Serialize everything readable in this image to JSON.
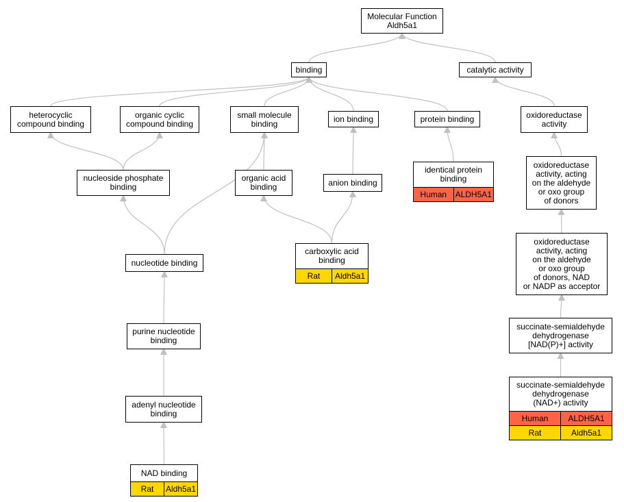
{
  "diagram": {
    "type": "gene-ontology-graph",
    "colors": {
      "human": "#ff6347",
      "rat": "#ffd700",
      "edge": "#c0c0c0",
      "border": "#000000"
    },
    "nodes": [
      {
        "id": "mf",
        "label": "Molecular Function\nAldh5a1"
      },
      {
        "id": "binding",
        "label": "binding"
      },
      {
        "id": "catalytic",
        "label": "catalytic activity"
      },
      {
        "id": "heterocyclic",
        "label": "heterocyclic\ncompound binding"
      },
      {
        "id": "organic_cyclic",
        "label": "organic cyclic\ncompound binding"
      },
      {
        "id": "small_molecule",
        "label": "small molecule\nbinding"
      },
      {
        "id": "ion_binding",
        "label": "ion binding"
      },
      {
        "id": "protein_binding",
        "label": "protein binding"
      },
      {
        "id": "oxidoreductase",
        "label": "oxidoreductase\nactivity"
      },
      {
        "id": "nucleoside_phosphate",
        "label": "nucleoside phosphate\nbinding"
      },
      {
        "id": "organic_acid",
        "label": "organic acid\nbinding"
      },
      {
        "id": "anion_binding",
        "label": "anion binding"
      },
      {
        "id": "identical_protein",
        "label": "identical protein\nbinding",
        "annotations": [
          {
            "species": "Human",
            "gene": "ALDH5A1"
          }
        ]
      },
      {
        "id": "ox_aldehyde",
        "label": "oxidoreductase\nactivity, acting\non the aldehyde\nor oxo group\nof donors"
      },
      {
        "id": "nucleotide_binding",
        "label": "nucleotide binding"
      },
      {
        "id": "carboxylic_acid",
        "label": "carboxylic acid\nbinding",
        "annotations": [
          {
            "species": "Rat",
            "gene": "Aldh5a1"
          }
        ]
      },
      {
        "id": "ox_nad",
        "label": "oxidoreductase\nactivity, acting\non the aldehyde\nor oxo group\nof donors, NAD\nor NADP as acceptor"
      },
      {
        "id": "purine_nucleotide",
        "label": "purine nucleotide\nbinding"
      },
      {
        "id": "ssadh_nadp",
        "label": "succinate-semialdehyde\ndehydrogenase\n[NAD(P)+] activity"
      },
      {
        "id": "adenyl_nucleotide",
        "label": "adenyl nucleotide\nbinding"
      },
      {
        "id": "ssadh_nad",
        "label": "succinate-semialdehyde\ndehydrogenase\n(NAD+) activity",
        "annotations": [
          {
            "species": "Human",
            "gene": "ALDH5A1"
          },
          {
            "species": "Rat",
            "gene": "Aldh5a1"
          }
        ]
      },
      {
        "id": "nad_binding",
        "label": "NAD binding",
        "annotations": [
          {
            "species": "Rat",
            "gene": "Aldh5a1"
          }
        ]
      }
    ],
    "edges": [
      {
        "from": "binding",
        "to": "mf"
      },
      {
        "from": "catalytic",
        "to": "mf"
      },
      {
        "from": "heterocyclic",
        "to": "binding"
      },
      {
        "from": "organic_cyclic",
        "to": "binding"
      },
      {
        "from": "small_molecule",
        "to": "binding"
      },
      {
        "from": "ion_binding",
        "to": "binding"
      },
      {
        "from": "protein_binding",
        "to": "binding"
      },
      {
        "from": "oxidoreductase",
        "to": "catalytic"
      },
      {
        "from": "nucleoside_phosphate",
        "to": "heterocyclic"
      },
      {
        "from": "nucleoside_phosphate",
        "to": "organic_cyclic"
      },
      {
        "from": "organic_acid",
        "to": "small_molecule"
      },
      {
        "from": "anion_binding",
        "to": "ion_binding"
      },
      {
        "from": "identical_protein",
        "to": "protein_binding"
      },
      {
        "from": "ox_aldehyde",
        "to": "oxidoreductase"
      },
      {
        "from": "nucleotide_binding",
        "to": "nucleoside_phosphate"
      },
      {
        "from": "nucleotide_binding",
        "to": "small_molecule"
      },
      {
        "from": "carboxylic_acid",
        "to": "organic_acid"
      },
      {
        "from": "carboxylic_acid",
        "to": "anion_binding"
      },
      {
        "from": "ox_nad",
        "to": "ox_aldehyde"
      },
      {
        "from": "purine_nucleotide",
        "to": "nucleotide_binding"
      },
      {
        "from": "ssadh_nadp",
        "to": "ox_nad"
      },
      {
        "from": "adenyl_nucleotide",
        "to": "purine_nucleotide"
      },
      {
        "from": "ssadh_nad",
        "to": "ssadh_nadp"
      },
      {
        "from": "nad_binding",
        "to": "adenyl_nucleotide"
      }
    ]
  }
}
